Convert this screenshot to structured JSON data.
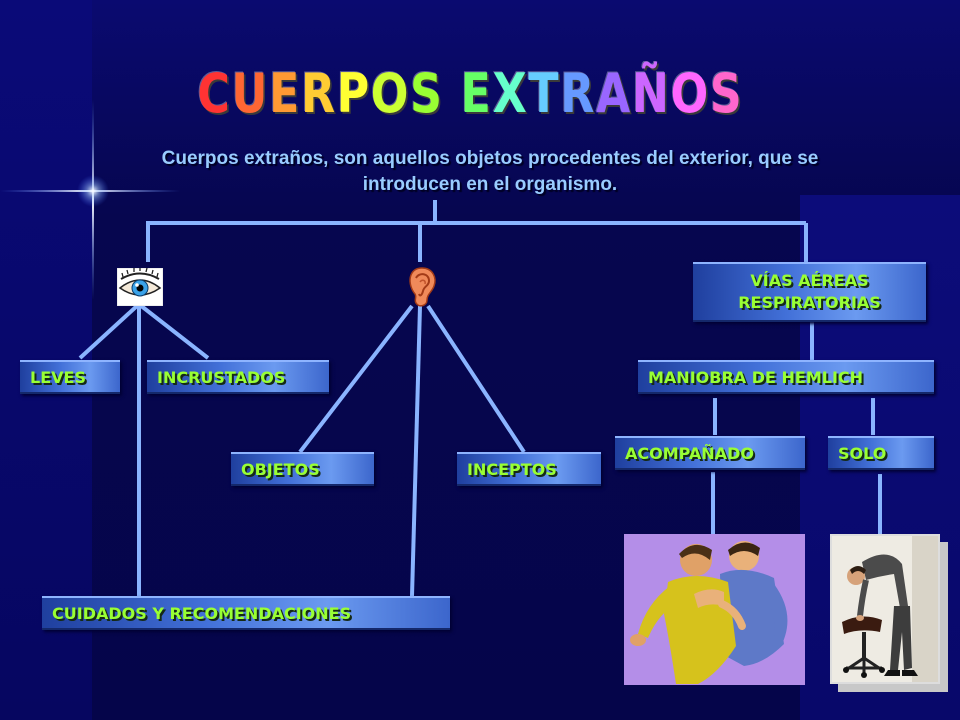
{
  "title": {
    "letters": [
      {
        "ch": "C",
        "color": "#ff3333"
      },
      {
        "ch": "U",
        "color": "#ff6633"
      },
      {
        "ch": "E",
        "color": "#ff9933"
      },
      {
        "ch": "R",
        "color": "#ffcc33"
      },
      {
        "ch": "P",
        "color": "#ffff33"
      },
      {
        "ch": "O",
        "color": "#ccff33"
      },
      {
        "ch": "S",
        "color": "#99ff33"
      },
      {
        "ch": " ",
        "color": "#ffffff"
      },
      {
        "ch": "E",
        "color": "#66ff66"
      },
      {
        "ch": "X",
        "color": "#66ffcc"
      },
      {
        "ch": "T",
        "color": "#66ccff"
      },
      {
        "ch": "R",
        "color": "#6699ff"
      },
      {
        "ch": "A",
        "color": "#9966ff"
      },
      {
        "ch": "Ñ",
        "color": "#cc66ff"
      },
      {
        "ch": "O",
        "color": "#ff66ff"
      },
      {
        "ch": "S",
        "color": "#ff66cc"
      }
    ]
  },
  "subtitle": "Cuerpos extraños, son aquellos objetos procedentes del exterior, que se introducen en el organismo.",
  "nodes": {
    "vias": "VÍAS AÉREAS RESPIRATORIAS",
    "leves": "LEVES",
    "incrustados": "INCRUSTADOS",
    "maniobra": "MANIOBRA DE HEMLICH",
    "objetos": "OBJETOS",
    "inceptos": "INCEPTOS",
    "acompanado": "ACOMPAÑADO",
    "solo": "SOLO",
    "cuidados": "CUIDADOS Y RECOMENDACIONES"
  },
  "icons": {
    "eye": "eye-icon",
    "ear": "ear-icon"
  },
  "colors": {
    "background": "#06064f",
    "line": "#8ab4ff",
    "node_text": "#99ff33",
    "subtitle_text": "#99ccff"
  }
}
